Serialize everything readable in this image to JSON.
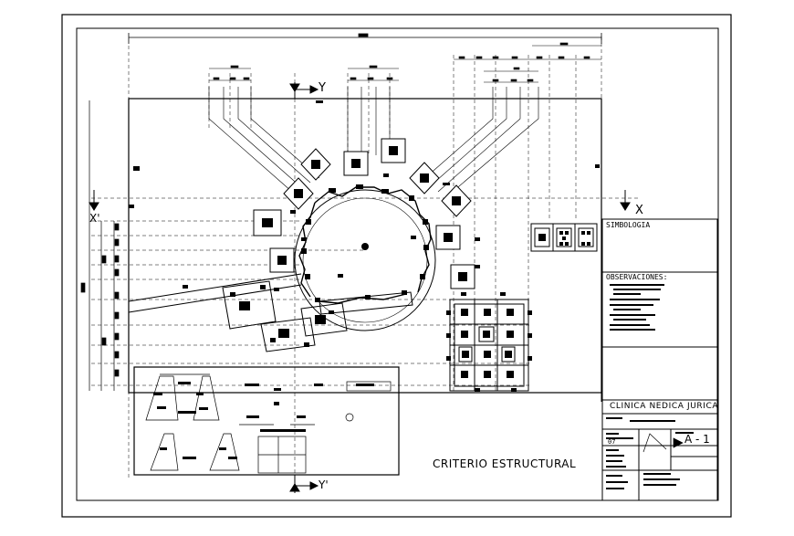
{
  "drawing": {
    "title": "CRITERIO ESTRUCTURAL",
    "axes": {
      "y_top": "Y",
      "x_right": "X",
      "x_left": "X'",
      "y_bottom": "Y'"
    }
  },
  "title_block": {
    "symbology": "SIMBOLOGIA",
    "observations": "OBSERVACIONES:",
    "project": "CLINICA NEDICA JURICA",
    "sheet_id": "A - 1",
    "sheet_number": "07"
  }
}
